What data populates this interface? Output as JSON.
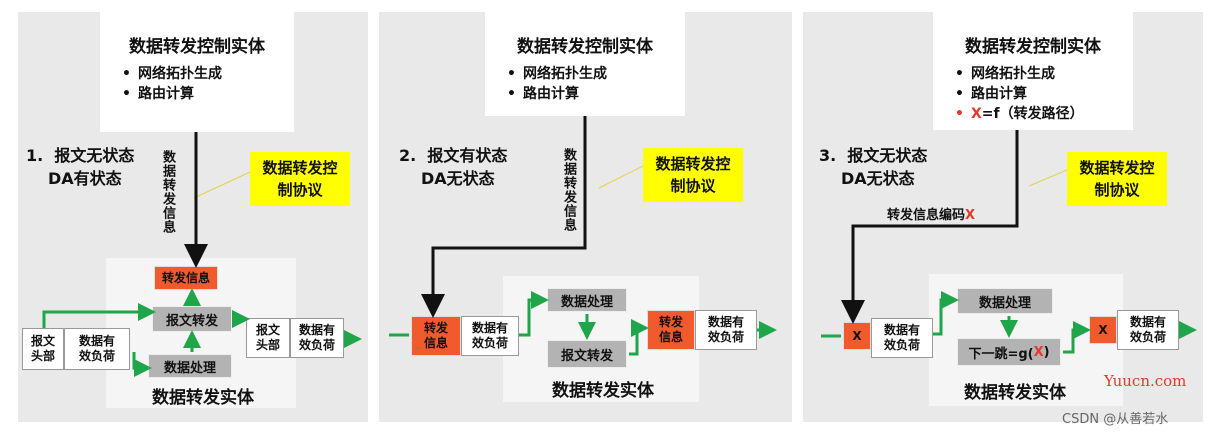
{
  "panels": [
    {
      "control_title": "数据转发控制实体",
      "control_items": [
        "网络拓扑生成",
        "路由计算"
      ],
      "case_num": "1.",
      "case_line1": "报文无状态",
      "case_line2": "DA有状态",
      "protocol_line1": "数据转发控",
      "protocol_line2": "制协议",
      "vertical_label": "数据转发信息",
      "entity_title": "数据转发实体",
      "forward_info": "转发信息",
      "msg_forward": "报文转发",
      "data_process": "数据处理",
      "in_header": "报文\n头部",
      "in_payload": "数据有\n效负荷",
      "out_header": "报文\n头部",
      "out_payload": "数据有\n效负荷"
    },
    {
      "control_title": "数据转发控制实体",
      "control_items": [
        "网络拓扑生成",
        "路由计算"
      ],
      "case_num": "2.",
      "case_line1": "报文有状态",
      "case_line2": "DA无状态",
      "protocol_line1": "数据转发控",
      "protocol_line2": "制协议",
      "vertical_label": "数据转发信息",
      "entity_title": "数据转发实体",
      "in_forward": "转发\n信息",
      "in_payload": "数据有\n效负荷",
      "data_process": "数据处理",
      "msg_forward": "报文转发",
      "out_forward": "转发\n信息",
      "out_payload": "数据有\n效负荷"
    },
    {
      "control_title": "数据转发控制实体",
      "control_items": [
        "网络拓扑生成",
        "路由计算"
      ],
      "control_item3_red": "X",
      "control_item3_rest": "=f（转发路径）",
      "case_num": "3.",
      "case_line1": "报文无状态",
      "case_line2": "DA无状态",
      "protocol_line1": "数据转发控",
      "protocol_line2": "制协议",
      "encode_label": "转发信息编码",
      "encode_x": "X",
      "entity_title": "数据转发实体",
      "in_x": "X",
      "in_payload": "数据有\n效负荷",
      "data_process": "数据处理",
      "next_hop_prefix": "下一跳=g(",
      "next_hop_x": "X",
      "next_hop_suffix": ")",
      "out_x": "X",
      "out_payload": "数据有\n效负荷"
    }
  ],
  "watermarks": {
    "site": "Yuucn.com",
    "csdn": "CSDN @从善若水"
  },
  "colors": {
    "panel_bg": "#e9e9e9",
    "highlight_yellow": "#ffff00",
    "red_box": "#f05a2c",
    "green_arrow": "#1fa64a",
    "gray_box": "#b3b3b3"
  }
}
